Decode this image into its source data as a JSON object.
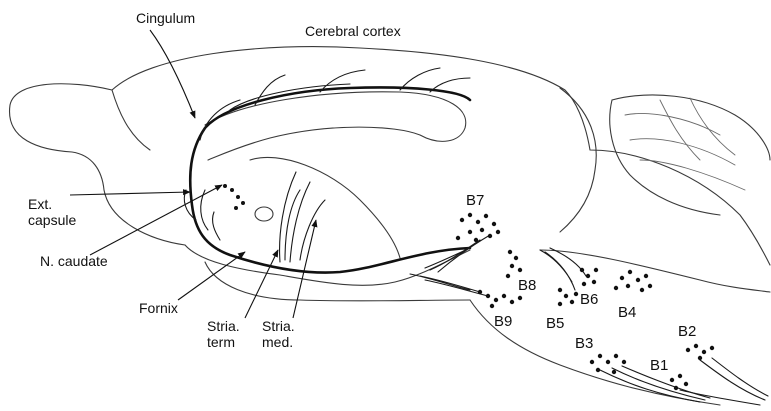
{
  "labels": {
    "cingulum": "Cingulum",
    "cerebral_cortex": "Cerebral cortex",
    "ext_capsule": [
      "Ext.",
      "capsule"
    ],
    "n_caudate": "N. caudate",
    "fornix": "Fornix",
    "stria_term": [
      "Stria.",
      "term"
    ],
    "stria_med": [
      "Stria.",
      "med."
    ]
  },
  "cell_groups": [
    "B7",
    "B8",
    "B9",
    "B6",
    "B5",
    "B4",
    "B3",
    "B2",
    "B1"
  ]
}
